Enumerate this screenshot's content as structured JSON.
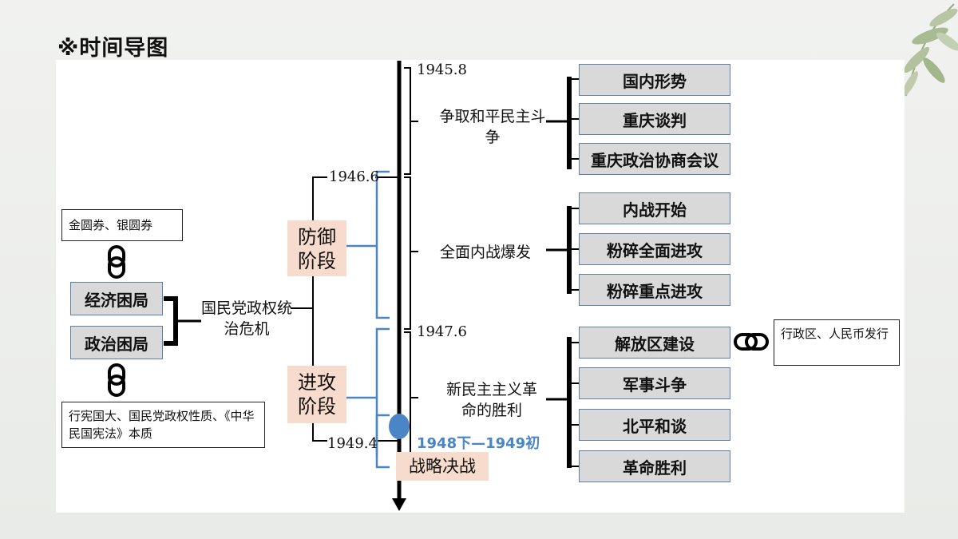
{
  "title": "※时间导图",
  "dates": {
    "d1": "1945.8",
    "d2": "1946.6",
    "d3": "1947.6",
    "d4": "1949.4"
  },
  "left": {
    "note_top": "金圆券、银圆券",
    "economic": "经济困局",
    "political": "政治困局",
    "note_bottom": "行宪国大、国民党政权性质、《中华民国宪法》本质",
    "crisis": "国民党政权统治危机"
  },
  "stages": {
    "defense": "防御阶段",
    "offense": "进攻阶段",
    "strategic": "战略决战"
  },
  "marker": {
    "label": "1948下—1949初",
    "color": "#4a86c5"
  },
  "phases": [
    {
      "label": "争取和平民主斗争",
      "items": [
        "国内形势",
        "重庆谈判",
        "重庆政治协商会议"
      ]
    },
    {
      "label": "全面内战爆发",
      "items": [
        "内战开始",
        "粉碎全面进攻",
        "粉碎重点进攻"
      ]
    },
    {
      "label": "新民主主义革命的胜利",
      "items": [
        "解放区建设",
        "军事斗争",
        "北平和谈",
        "革命胜利"
      ]
    }
  ],
  "right_note": "行政区、人民币发行",
  "colors": {
    "stage_fill": "#f7dccd",
    "box_fill": "#d9d9d9",
    "box_border": "#5b7fa8",
    "bracket_blue": "#4a86c5"
  },
  "icons": [
    "leaf-decoration",
    "chain-link-icon"
  ]
}
